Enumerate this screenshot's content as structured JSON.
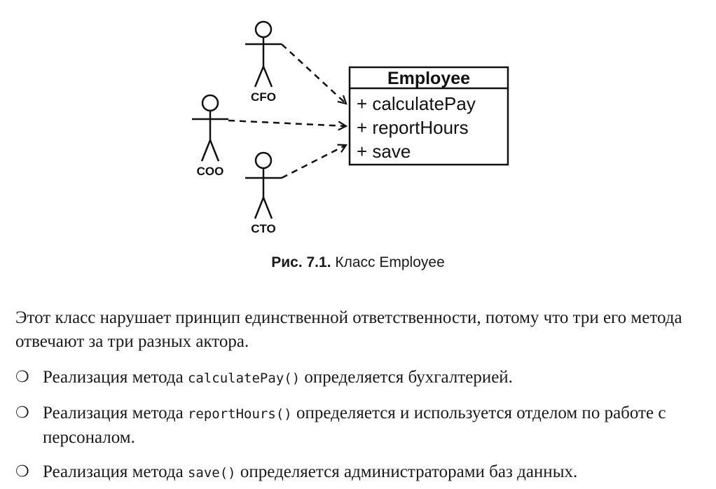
{
  "figure": {
    "actors": [
      {
        "id": "cfo",
        "label": "CFO"
      },
      {
        "id": "coo",
        "label": "COO"
      },
      {
        "id": "cto",
        "label": "CTO"
      }
    ],
    "class_box": {
      "title": "Employee",
      "members": [
        "+ calculatePay",
        "+ reportHours",
        "+ save"
      ]
    },
    "caption_number": "Рис. 7.1.",
    "caption_text": "Класс Employee"
  },
  "body": {
    "paragraph": "Этот класс нарушает принцип единственной ответственности, потому что три его метода отвечают за три разных актора.",
    "bullet_marker": "❍",
    "bullets": [
      {
        "prefix": "Реализация метода ",
        "code": "calculatePay()",
        "suffix": " определяется бухгалтерией."
      },
      {
        "prefix": "Реализация метода ",
        "code": "reportHours()",
        "suffix": " определяется и используется отделом по работе с персоналом."
      },
      {
        "prefix": "Реализация метода ",
        "code": "save()",
        "suffix": " определяется администраторами баз данных."
      }
    ]
  }
}
